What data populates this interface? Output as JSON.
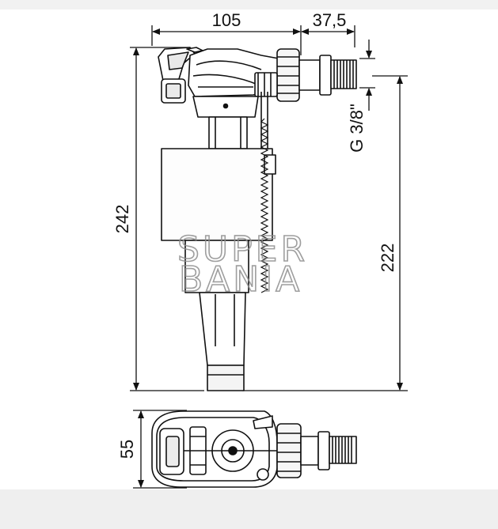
{
  "diagram": {
    "dimensions": {
      "top_width": "105",
      "top_inlet_length": "37,5",
      "total_height": "242",
      "inlet_height": "222",
      "thread": "G 3/8\"",
      "bottom_depth": "55"
    },
    "watermark": {
      "line1": "SUPER",
      "line2": "BANIA"
    }
  }
}
